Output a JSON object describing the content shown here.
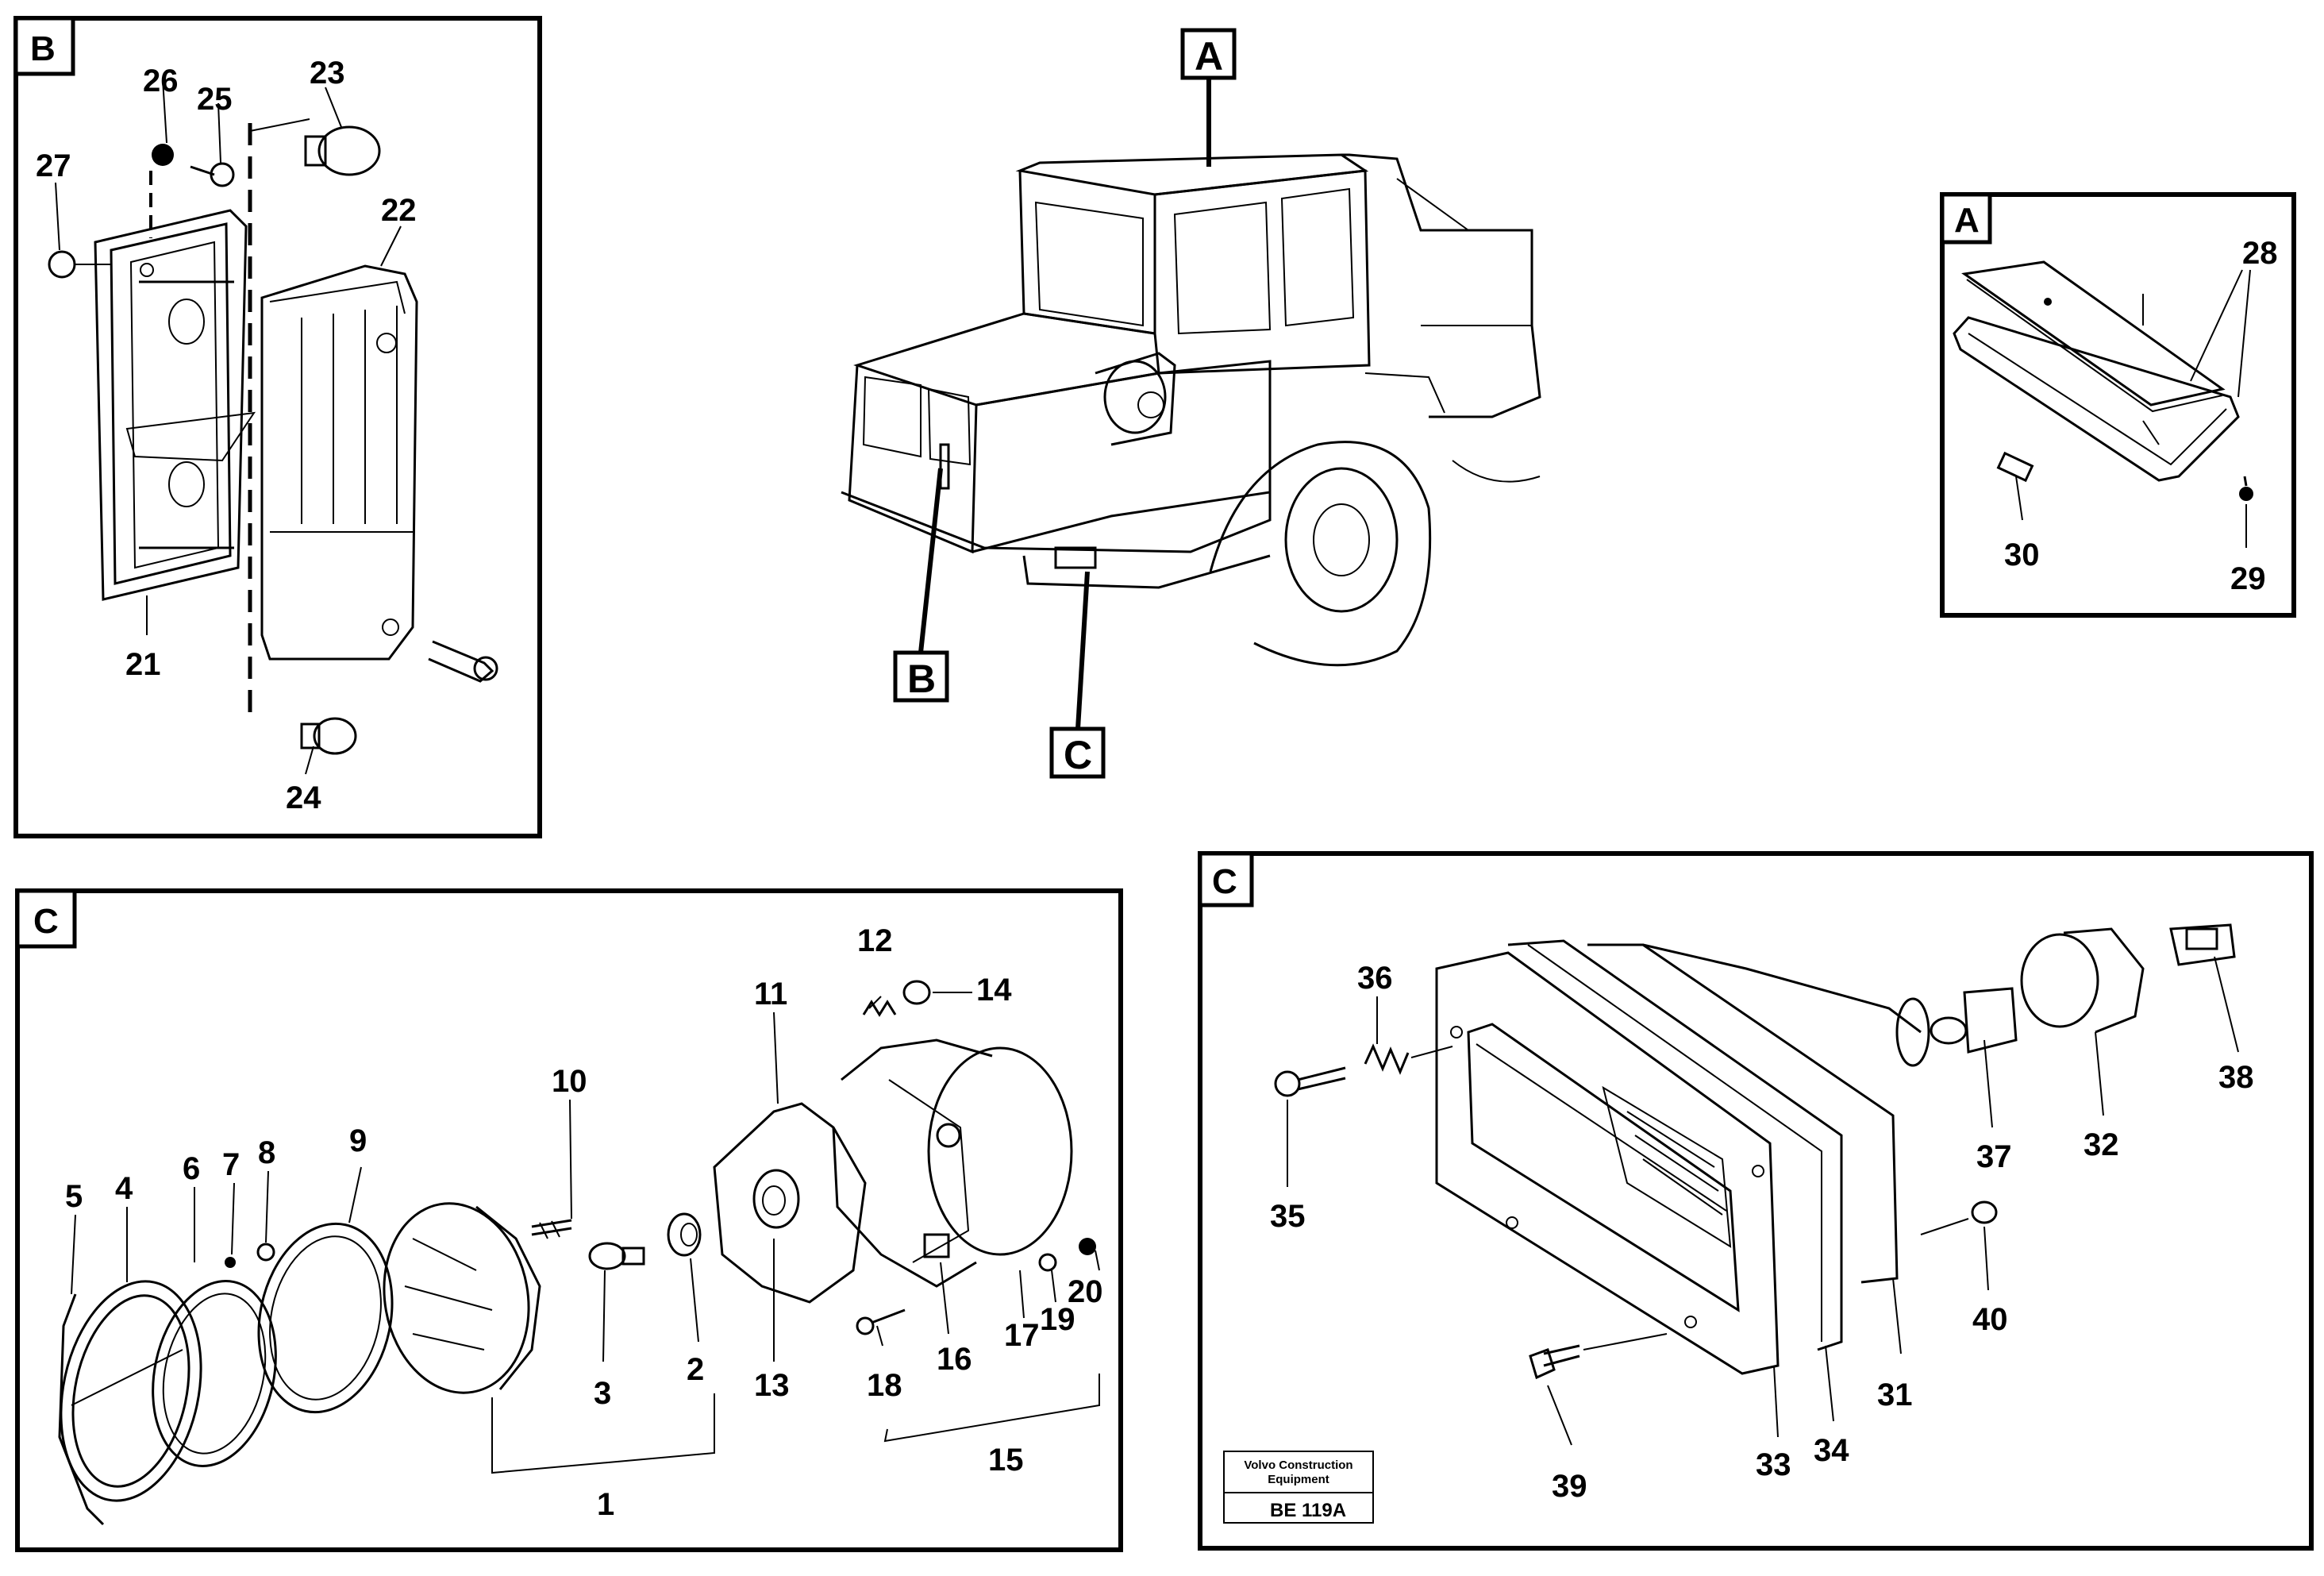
{
  "views": {
    "overview": {
      "callouts": [
        "A",
        "B",
        "C"
      ]
    },
    "panel_b": {
      "tag": "B",
      "parts": [
        {
          "id": "23",
          "text": "23"
        },
        {
          "id": "26",
          "text": "26"
        },
        {
          "id": "25",
          "text": "25"
        },
        {
          "id": "27",
          "text": "27"
        },
        {
          "id": "22",
          "text": "22"
        },
        {
          "id": "21",
          "text": "21"
        },
        {
          "id": "24",
          "text": "24"
        }
      ]
    },
    "panel_a": {
      "tag": "A",
      "parts": [
        {
          "id": "28",
          "text": "28"
        },
        {
          "id": "30",
          "text": "30"
        },
        {
          "id": "29",
          "text": "29"
        }
      ]
    },
    "panel_c_left": {
      "tag": "C",
      "parts": [
        {
          "id": "12",
          "text": "12"
        },
        {
          "id": "14",
          "text": "14"
        },
        {
          "id": "11",
          "text": "11"
        },
        {
          "id": "10",
          "text": "10"
        },
        {
          "id": "9",
          "text": "9"
        },
        {
          "id": "8",
          "text": "8"
        },
        {
          "id": "7",
          "text": "7"
        },
        {
          "id": "6",
          "text": "6"
        },
        {
          "id": "4",
          "text": "4"
        },
        {
          "id": "5",
          "text": "5"
        },
        {
          "id": "3",
          "text": "3"
        },
        {
          "id": "2",
          "text": "2"
        },
        {
          "id": "13",
          "text": "13"
        },
        {
          "id": "18",
          "text": "18"
        },
        {
          "id": "16",
          "text": "16"
        },
        {
          "id": "17",
          "text": "17"
        },
        {
          "id": "19",
          "text": "19"
        },
        {
          "id": "20",
          "text": "20"
        },
        {
          "id": "1",
          "text": "1"
        },
        {
          "id": "15",
          "text": "15"
        }
      ]
    },
    "panel_c_right": {
      "tag": "C",
      "parts": [
        {
          "id": "36",
          "text": "36"
        },
        {
          "id": "35",
          "text": "35"
        },
        {
          "id": "37",
          "text": "37"
        },
        {
          "id": "32",
          "text": "32"
        },
        {
          "id": "38",
          "text": "38"
        },
        {
          "id": "40",
          "text": "40"
        },
        {
          "id": "31",
          "text": "31"
        },
        {
          "id": "33",
          "text": "33"
        },
        {
          "id": "34",
          "text": "34"
        },
        {
          "id": "39",
          "text": "39"
        }
      ]
    }
  },
  "footer": {
    "company_line1": "Volvo Construction",
    "company_line2": "Equipment",
    "drawing_code": "BE 119A"
  }
}
